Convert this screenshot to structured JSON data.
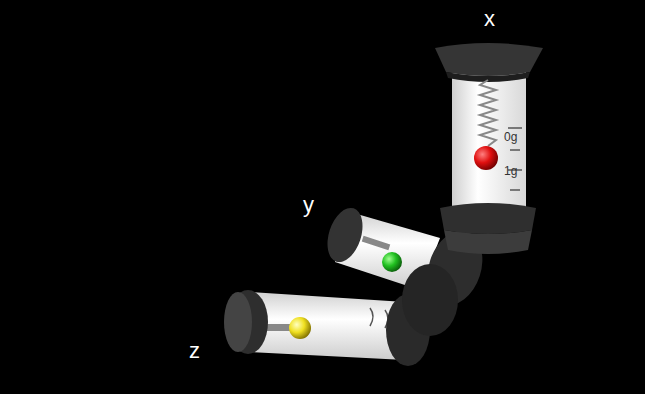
{
  "diagram": {
    "labels": [
      "x",
      "y",
      "z",
      "0g",
      "1g"
    ]
  }
}
